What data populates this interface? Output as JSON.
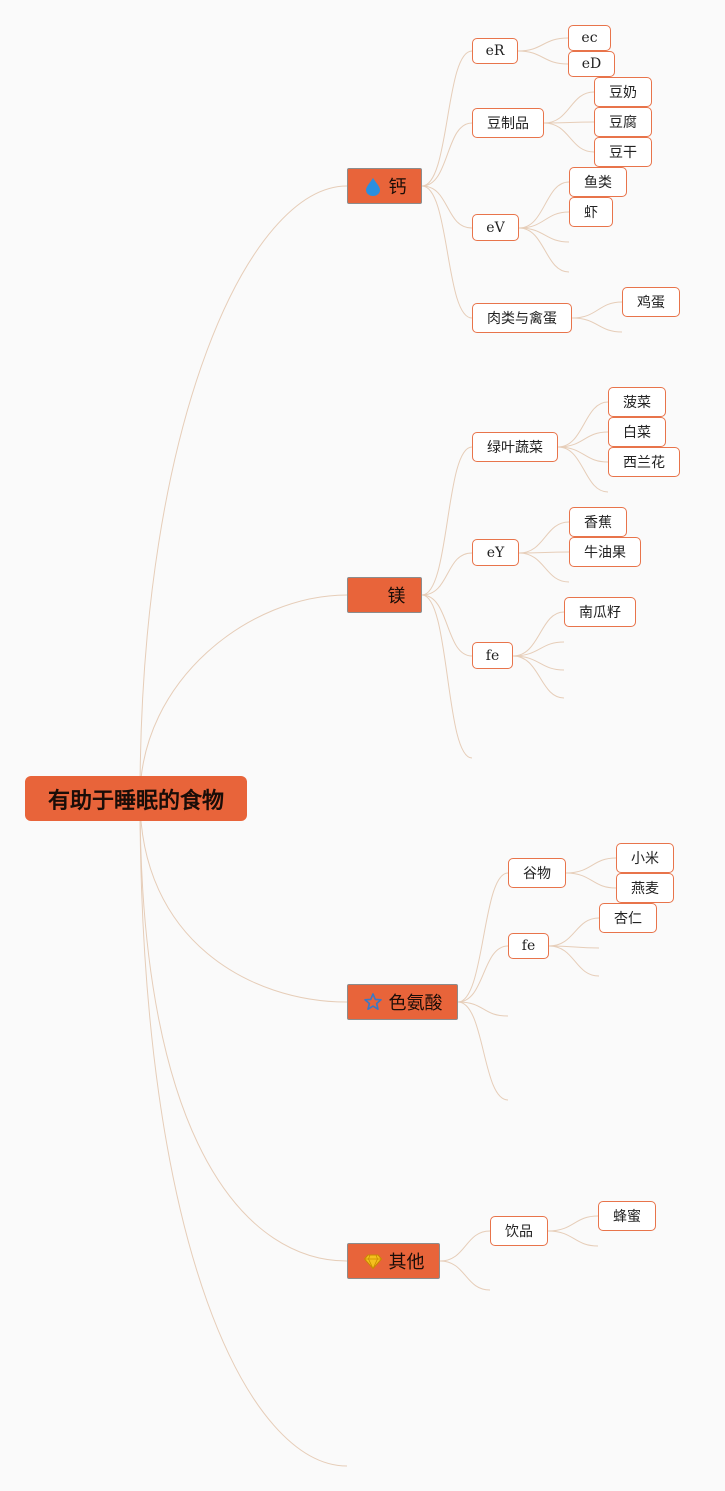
{
  "root": {
    "label": "有助于睡眠的食物"
  },
  "colors": {
    "accent": "#e8643a",
    "link": "#e6cdb8",
    "node_border": "#e8744b",
    "background": "#fafafa"
  },
  "branches": [
    {
      "label": "钙",
      "icon": "drop-icon",
      "children": [
        {
          "label": "eR",
          "children": [
            "ec",
            "eD"
          ]
        },
        {
          "label": "豆制品",
          "children": [
            "豆奶",
            "豆腐",
            "豆干"
          ]
        },
        {
          "label": "eV",
          "children": [
            "鱼类",
            "虾"
          ]
        },
        {
          "label": "肉类与禽蛋",
          "children": [
            "鸡蛋"
          ]
        }
      ]
    },
    {
      "label": "镁",
      "icon": "",
      "children": [
        {
          "label": "绿叶蔬菜",
          "children": [
            "菠菜",
            "白菜",
            "西兰花"
          ]
        },
        {
          "label": "eY",
          "children": [
            "香蕉",
            "牛油果"
          ]
        },
        {
          "label": "fe",
          "children": [
            "南瓜籽"
          ]
        }
      ]
    },
    {
      "label": "色氨酸",
      "icon": "star-icon",
      "children": [
        {
          "label": "谷物",
          "children": [
            "小米",
            "燕麦"
          ]
        },
        {
          "label": "fe",
          "children": [
            "杏仁"
          ]
        }
      ]
    },
    {
      "label": "其他",
      "icon": "gem-icon",
      "children": [
        {
          "label": "饮品",
          "children": [
            "蜂蜜"
          ]
        }
      ]
    }
  ]
}
